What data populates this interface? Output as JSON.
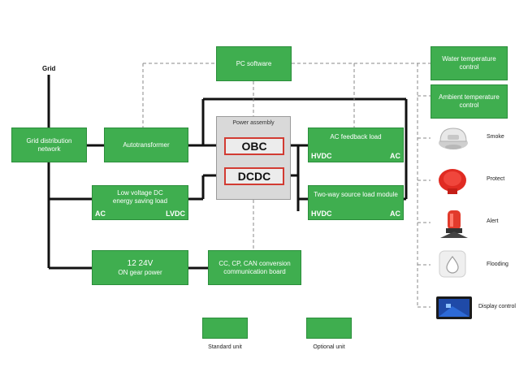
{
  "grid_label": "Grid",
  "boxes": {
    "pc_software": "PC software",
    "water_temp": [
      "Water temperature",
      "control"
    ],
    "ambient_temp": [
      "Ambient temperature",
      "control"
    ],
    "grid_dist": [
      "Grid distribution",
      "network"
    ],
    "autotransformer": "Autotransformer",
    "power_assembly": "Power assembly",
    "obc": "OBC",
    "dcdc": "DCDC",
    "ac_feedback": {
      "title": "AC feedback load",
      "left": "HVDC",
      "right": "AC"
    },
    "two_way": {
      "title": "Two-way source load module",
      "left": "HVDC",
      "right": "AC"
    },
    "lvdc": {
      "lines": [
        "Low voltage DC",
        "energy saving load"
      ],
      "left": "AC",
      "right": "LVDC"
    },
    "gear_power": [
      "12  24V",
      "ON gear power"
    ],
    "cc_cp": [
      "CC, CP, CAN conversion",
      "communication board"
    ]
  },
  "devices": [
    {
      "label": "Smoke",
      "icon": "smoke-detector-icon"
    },
    {
      "label": "Protect",
      "icon": "emergency-stop-button-icon"
    },
    {
      "label": "Alert",
      "icon": "alarm-light-icon"
    },
    {
      "label": "Flooding",
      "icon": "flood-sensor-icon"
    },
    {
      "label": "Display control",
      "icon": "display-screen-icon"
    }
  ],
  "legend": {
    "standard": "Standard unit",
    "optional": "Optional unit"
  },
  "colors": {
    "green": "#3fae4f",
    "red_border": "#d23b32",
    "assembly_gray": "#d9d9d9"
  }
}
